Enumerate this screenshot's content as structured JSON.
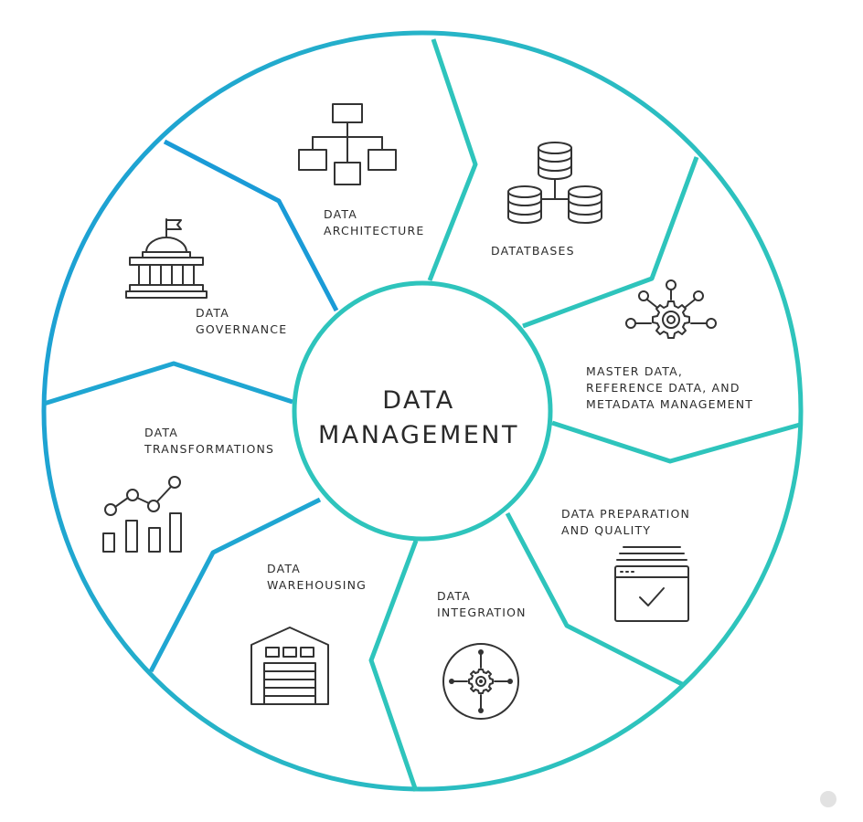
{
  "colors": {
    "ring_light": "#2ec4bc",
    "ring_blue": "#1a9bd7",
    "text": "#2b2b2b",
    "icon_stroke": "#333333"
  },
  "center": {
    "line1": "DATA",
    "line2": "MANAGEMENT"
  },
  "segments": [
    {
      "id": "architecture",
      "icon": "hierarchy-chart-icon",
      "lines": [
        "DATA",
        "ARCHITECTURE"
      ]
    },
    {
      "id": "databases",
      "icon": "database-stack-icon",
      "lines": [
        "DATATBASES"
      ]
    },
    {
      "id": "master",
      "icon": "network-gear-icon",
      "lines": [
        "MASTER DATA,",
        "REFERENCE DATA, AND",
        "METADATA MANAGEMENT"
      ]
    },
    {
      "id": "preparation",
      "icon": "checked-document-icon",
      "lines": [
        "DATA PREPARATION",
        "AND QUALITY"
      ]
    },
    {
      "id": "integration",
      "icon": "integration-gear-icon",
      "lines": [
        "DATA",
        "INTEGRATION"
      ]
    },
    {
      "id": "warehousing",
      "icon": "warehouse-icon",
      "lines": [
        "DATA",
        "WAREHOUSING"
      ]
    },
    {
      "id": "transformations",
      "icon": "bar-line-chart-icon",
      "lines": [
        "DATA",
        "TRANSFORMATIONS"
      ]
    },
    {
      "id": "governance",
      "icon": "government-building-icon",
      "lines": [
        "DATA",
        "GOVERNANCE"
      ]
    }
  ]
}
